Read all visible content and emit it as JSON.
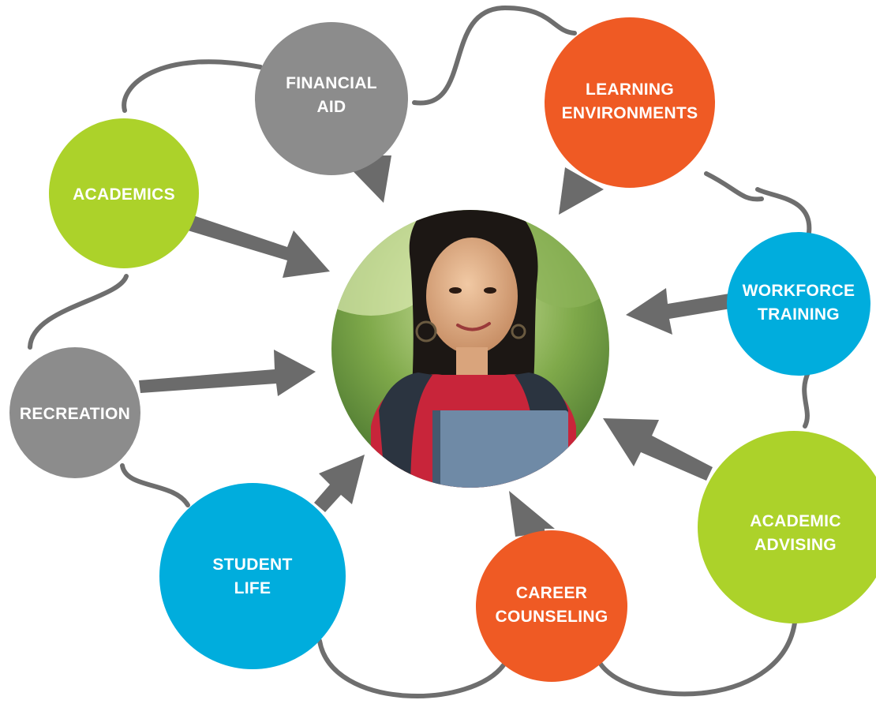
{
  "colors": {
    "green": "#acd22a",
    "orange": "#ef5a24",
    "blue": "#00addd",
    "gray": "#8c8c8c",
    "connector": "#6e6e6e",
    "arrow": "#6b6b6b"
  },
  "center": {
    "icon": "student-photo"
  },
  "nodes": {
    "academics": {
      "lines": [
        "ACADEMICS"
      ]
    },
    "financial": {
      "lines": [
        "FINANCIAL",
        "AID"
      ]
    },
    "learning": {
      "lines": [
        "LEARNING",
        "ENVIRONMENTS"
      ]
    },
    "workforce": {
      "lines": [
        "WORKFORCE",
        "TRAINING"
      ]
    },
    "advising": {
      "lines": [
        "ACADEMIC",
        "ADVISING"
      ]
    },
    "career": {
      "lines": [
        "CAREER",
        "COUNSELING"
      ]
    },
    "studentlife": {
      "lines": [
        "STUDENT",
        "LIFE"
      ]
    },
    "recreation": {
      "lines": [
        "RECREATION"
      ]
    }
  }
}
